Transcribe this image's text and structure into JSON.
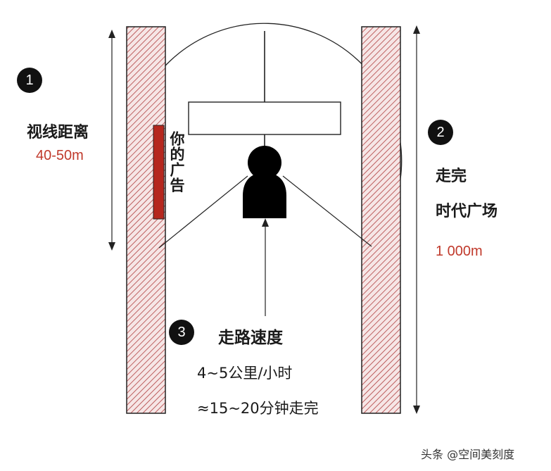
{
  "section1": {
    "number": "1",
    "title": "视线距离",
    "value": "40-50m"
  },
  "ad_label": "你的广告",
  "section2": {
    "number": "2",
    "title_line1": "走完",
    "title_line2": "时代广场",
    "value": "1 000m"
  },
  "section3": {
    "number": "3",
    "title": "走路速度",
    "line1": "4~5公里/小时",
    "line2": "≈15~20分钟走完"
  },
  "watermark": "头条 @空间美刻度",
  "colors": {
    "accent_red": "#c0392b",
    "ad_panel": "#b5271e",
    "hatch": "#b04040",
    "text": "#1a1a1a"
  }
}
